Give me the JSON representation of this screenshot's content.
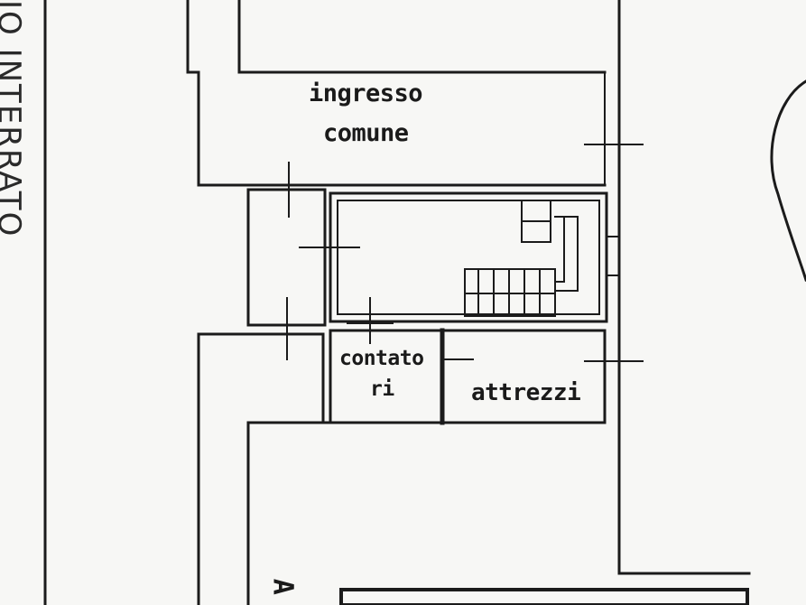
{
  "side_title": "IO INTERRATO",
  "rooms": {
    "ingresso_line1": "ingresso",
    "ingresso_line2": "comune",
    "contatori_line1": "contato",
    "contatori_line2": "ri",
    "attrezzi": "attrezzi"
  },
  "corner_mark": "A",
  "colors": {
    "ink": "#1a1a1a",
    "paper": "#f7f7f5"
  }
}
